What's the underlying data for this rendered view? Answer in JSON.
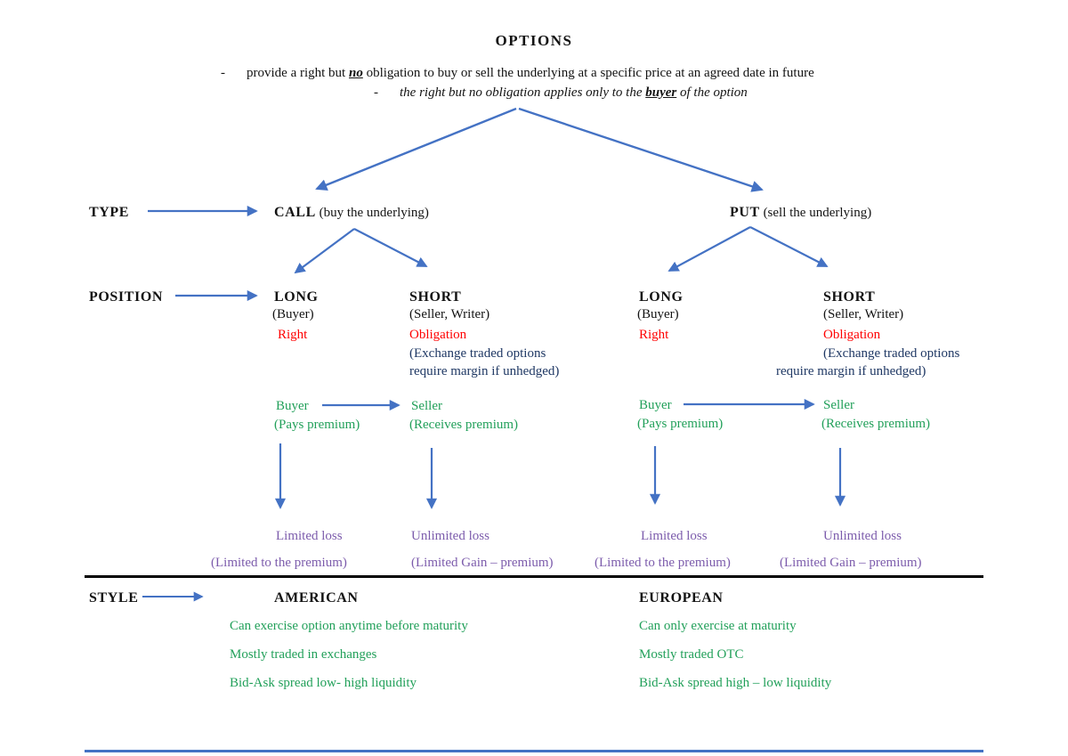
{
  "title": "OPTIONS",
  "intro": {
    "dash": "-",
    "line1": {
      "pre": "provide a right but ",
      "emph": "no",
      "post": " obligation to buy or sell the underlying at a specific price at an agreed date in future"
    },
    "line2": {
      "pre": "the right but no obligation applies only to the ",
      "emph": "buyer",
      "post": " of the option"
    }
  },
  "row_labels": {
    "type": "TYPE",
    "position": "POSITION",
    "style": "STYLE"
  },
  "types": {
    "call": {
      "name": "CALL",
      "desc": "(buy the underlying)"
    },
    "put": {
      "name": "PUT",
      "desc": "(sell the underlying)"
    }
  },
  "positions": {
    "long": {
      "title": "LONG",
      "sub": "(Buyer)",
      "nature": "Right"
    },
    "short": {
      "title": "SHORT",
      "sub": "(Seller, Writer)",
      "nature": "Obligation",
      "note_line1": "(Exchange traded options",
      "note_line2": "require margin if unhedged)"
    }
  },
  "premium": {
    "buyer": "Buyer",
    "buyer_sub": "(Pays premium)",
    "seller": "Seller",
    "seller_sub": "(Receives premium)"
  },
  "outcomes": {
    "long": {
      "loss": "Limited loss",
      "note": "(Limited to the premium)"
    },
    "short": {
      "loss": "Unlimited loss",
      "note": "(Limited Gain – premium)"
    }
  },
  "styles": {
    "american": {
      "title": "AMERICAN",
      "items": [
        "Can exercise option anytime before maturity",
        "Mostly traded in exchanges",
        "Bid-Ask spread low- high liquidity"
      ]
    },
    "european": {
      "title": "EUROPEAN",
      "items": [
        "Can only exercise at maturity",
        "Mostly traded OTC",
        "Bid-Ask spread high – low liquidity"
      ]
    }
  },
  "colors": {
    "arrow_blue": "#4472C4",
    "red": "#FF0000",
    "green": "#22A05A",
    "purple": "#7C5CAC",
    "navy": "#1F3864",
    "text": "#131313",
    "divider_black": "#000000",
    "bottom_rule_blue": "#4472C4"
  }
}
